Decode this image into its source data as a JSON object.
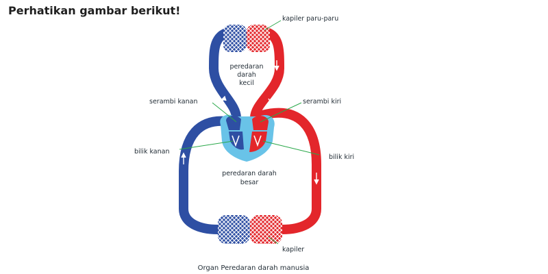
{
  "title": "Perhatikan gambar berikut!",
  "diagram": {
    "labels": {
      "lung_capillaries": "kapiler paru-paru",
      "pulmonary_line1": "peredaran",
      "pulmonary_line2": "darah",
      "pulmonary_line3": "kecil",
      "right_atrium": "serambi kanan",
      "left_atrium": "serambi kiri",
      "right_ventricle": "bilik kanan",
      "left_ventricle": "bilik kiri",
      "systemic_line1": "peredaran darah",
      "systemic_line2": "besar",
      "capillaries": "kapiler"
    },
    "caption": "Organ Peredaran darah manusia"
  },
  "colors": {
    "oxygenated": "#e3262b",
    "deoxygenated": "#2e4fa3",
    "heart": "#69c3e8",
    "leader": "#2aa84a"
  }
}
